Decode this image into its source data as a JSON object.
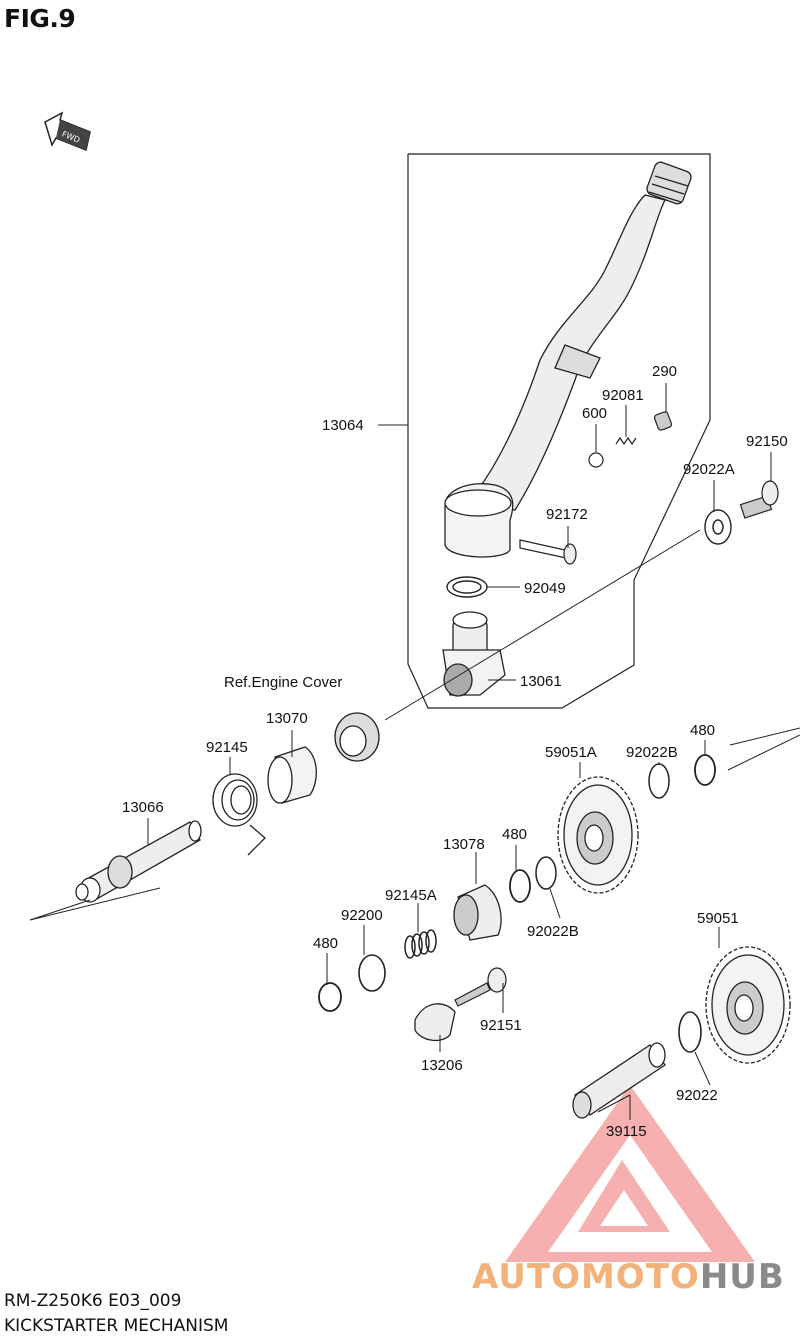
{
  "figure": {
    "title": "FIG.9",
    "fwd_icon": "fwd-arrow-icon",
    "fwd_text": "FWD"
  },
  "parts": [
    {
      "id": "13064",
      "name": "kick-pedal"
    },
    {
      "id": "290",
      "name": "ball"
    },
    {
      "id": "92081",
      "name": "spring"
    },
    {
      "id": "600",
      "name": "ball"
    },
    {
      "id": "92150",
      "name": "bolt"
    },
    {
      "id": "92022A",
      "name": "washer"
    },
    {
      "id": "92172",
      "name": "screw"
    },
    {
      "id": "92049",
      "name": "oil-seal"
    },
    {
      "id": "13061",
      "name": "lever"
    },
    {
      "id": "Ref.Engine Cover",
      "name": "engine-cover-reference"
    },
    {
      "id": "13070",
      "name": "guide"
    },
    {
      "id": "92145",
      "name": "spring"
    },
    {
      "id": "13066",
      "name": "kick-shaft"
    },
    {
      "id": "480",
      "name": "circlip"
    },
    {
      "id": "92022B",
      "name": "washer"
    },
    {
      "id": "59051A",
      "name": "gear"
    },
    {
      "id": "13078",
      "name": "ratchet"
    },
    {
      "id": "480",
      "name": "circlip"
    },
    {
      "id": "92022B",
      "name": "washer"
    },
    {
      "id": "92145A",
      "name": "spring"
    },
    {
      "id": "92200",
      "name": "washer"
    },
    {
      "id": "480",
      "name": "circlip"
    },
    {
      "id": "92151",
      "name": "bolt"
    },
    {
      "id": "13206",
      "name": "stopper"
    },
    {
      "id": "59051",
      "name": "gear"
    },
    {
      "id": "92022",
      "name": "washer"
    },
    {
      "id": "39115",
      "name": "shaft"
    }
  ],
  "footer": {
    "code": "RM-Z250K6 E03_009",
    "name": "KICKSTARTER MECHANISM"
  },
  "watermark": {
    "part1": "AUTOMOTO",
    "part2": "HUB",
    "color_primary": "#f4a0a0",
    "color_text": "#f3b27a",
    "color_hub": "#8a8a8a"
  }
}
